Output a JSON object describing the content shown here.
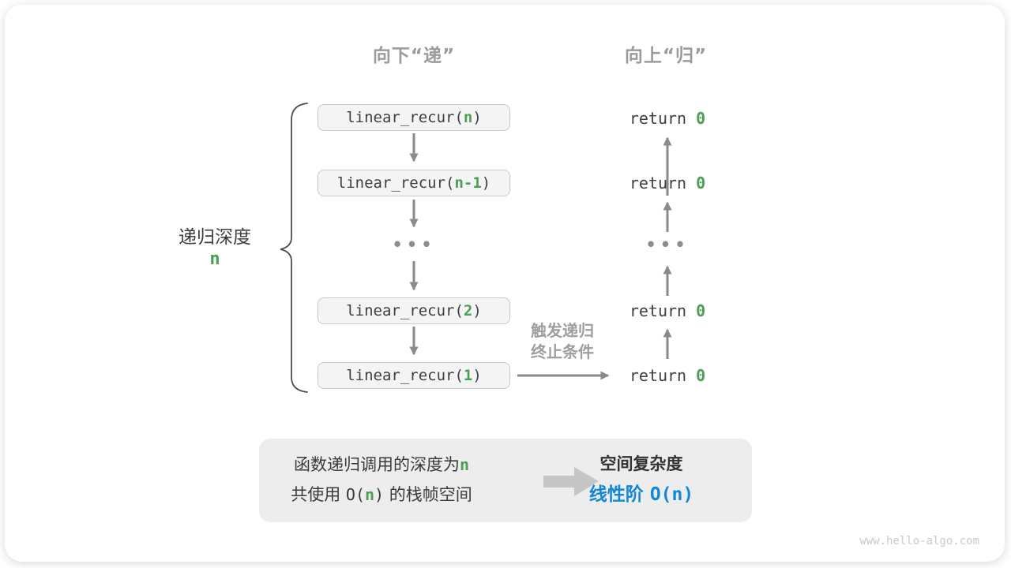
{
  "headers": {
    "down": "向下“递”",
    "up": "向上“归”"
  },
  "depth_label": {
    "text": "递归深度",
    "value": "n"
  },
  "call_stack": {
    "boxes": [
      {
        "prefix": "linear_recur(",
        "arg": "n",
        "suffix": ")"
      },
      {
        "prefix": "linear_recur(",
        "arg": "n-1",
        "suffix": ")"
      },
      {
        "prefix": "linear_recur(",
        "arg": "2",
        "suffix": ")"
      },
      {
        "prefix": "linear_recur(",
        "arg": "1",
        "suffix": ")"
      }
    ],
    "ellipsis": "•••"
  },
  "returns": {
    "rows": [
      {
        "keyword": "return ",
        "value": "0"
      },
      {
        "keyword": "return ",
        "value": "0"
      },
      {
        "keyword": "return ",
        "value": "0"
      },
      {
        "keyword": "return ",
        "value": "0"
      }
    ],
    "ellipsis": "•••"
  },
  "base_case_label": {
    "line1": "触发递归",
    "line2": "终止条件"
  },
  "summary": {
    "line1_text": "函数递归调用的深度为",
    "line1_value": "n",
    "line2_text_a": "共使用 ",
    "line2_code_open": "O(",
    "line2_value": "n",
    "line2_code_close": ")",
    "line2_text_b": " 的栈帧空间",
    "right_title": "空间复杂度",
    "right_value_text": "线性阶 ",
    "right_value_code": "O(n)"
  },
  "watermark": "www.hello-algo.com",
  "colors": {
    "accent_green": "#4b9e55",
    "accent_blue": "#1287d8",
    "header_gray": "#9b9b9b",
    "arrow_gray": "#8a8a8a",
    "box_bg": "#f4f4f5",
    "box_border": "#c7cacd",
    "panel_bg": "#ededed",
    "code_text": "#3b4045"
  }
}
